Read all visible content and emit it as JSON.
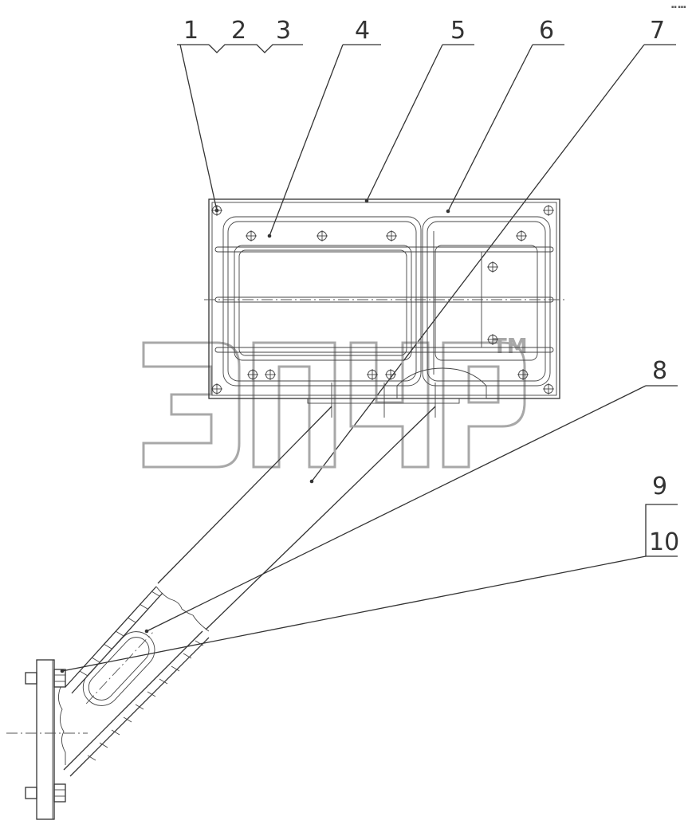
{
  "callouts": [
    {
      "id": "1",
      "label": "1"
    },
    {
      "id": "2",
      "label": "2"
    },
    {
      "id": "3",
      "label": "3"
    },
    {
      "id": "4",
      "label": "4"
    },
    {
      "id": "5",
      "label": "5"
    },
    {
      "id": "6",
      "label": "6"
    },
    {
      "id": "7",
      "label": "7"
    },
    {
      "id": "8",
      "label": "8"
    },
    {
      "id": "9",
      "label": "9"
    },
    {
      "id": "10",
      "label": "10"
    }
  ],
  "watermark": {
    "trademark": "TM"
  },
  "corner_mark": "▪▪ ▪▪▪"
}
